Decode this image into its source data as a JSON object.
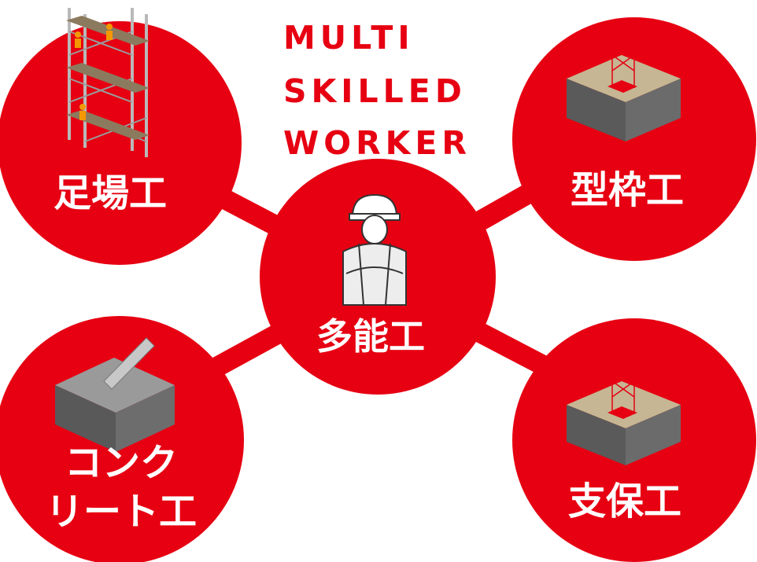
{
  "title": {
    "line1": "MULTI",
    "line2": "SKILLED",
    "line3": "WORKER"
  },
  "nodes": {
    "center": {
      "label": "多能工",
      "icon": "worker-icon"
    },
    "top_left": {
      "label": "足場工",
      "icon": "scaffold-icon"
    },
    "top_right": {
      "label": "型枠工",
      "icon": "formwork-box-icon"
    },
    "bottom_left": {
      "line1": "コンク",
      "line2": "リート工",
      "icon": "concrete-box-icon"
    },
    "bottom_right": {
      "label": "支保工",
      "icon": "shoring-box-icon"
    }
  },
  "colors": {
    "brand_red": "#e60012",
    "label_text": "#ffffff"
  }
}
